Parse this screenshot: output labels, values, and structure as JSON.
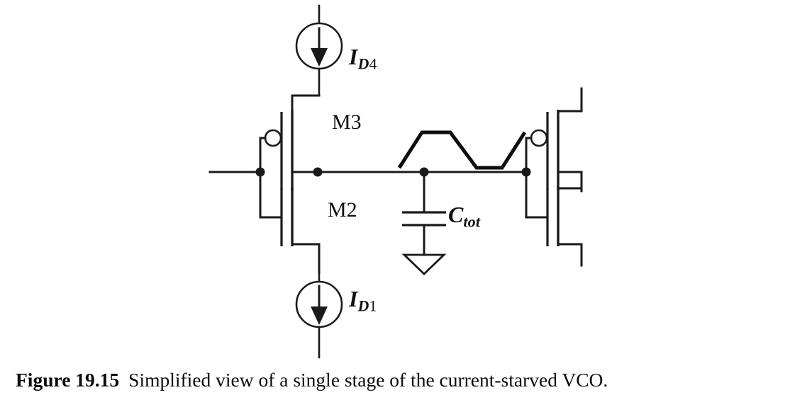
{
  "figure": {
    "domain": "circuit-schematic",
    "caption_label": "Figure 19.15",
    "caption_text": "Simplified view of a single stage of the current-starved VCO.",
    "background_color": "#ffffff",
    "ink_color": "#1a1a1a"
  },
  "labels": {
    "current_source_top": {
      "symbol": "I",
      "subscript": "D",
      "subscript_number": "4",
      "full": "ID4"
    },
    "current_source_bottom": {
      "symbol": "I",
      "subscript": "D",
      "subscript_number": "1",
      "full": "ID1"
    },
    "pmos_device": "M3",
    "nmos_device": "M2",
    "capacitor": {
      "symbol": "C",
      "subscript": "tot",
      "full": "Ctot"
    }
  },
  "components": [
    {
      "name": "current-source-id4",
      "type": "current-source",
      "label": "ID4",
      "direction": "down",
      "position": "top-rail"
    },
    {
      "name": "transistor-m3",
      "type": "pmos",
      "label": "M3",
      "has_gate_bubble": true,
      "position": "upper-left-branch"
    },
    {
      "name": "transistor-m2",
      "type": "nmos",
      "label": "M2",
      "has_gate_bubble": false,
      "position": "lower-left-branch"
    },
    {
      "name": "current-source-id1",
      "type": "current-source",
      "label": "ID1",
      "direction": "down",
      "position": "bottom-rail"
    },
    {
      "name": "capacitor-ctot",
      "type": "capacitor",
      "label": "Ctot",
      "connected_to": "output-node-and-ground"
    },
    {
      "name": "ground-symbol",
      "type": "ground",
      "label": "",
      "style": "triangle"
    },
    {
      "name": "transistor-next-stage-pmos",
      "type": "pmos",
      "label": "",
      "has_gate_bubble": true,
      "position": "right-upper"
    },
    {
      "name": "transistor-next-stage-nmos",
      "type": "nmos",
      "label": "",
      "has_gate_bubble": false,
      "position": "right-lower"
    },
    {
      "name": "waveform-annotation",
      "type": "trapezoidal-waveform",
      "label": "",
      "description": "triangular/trapezoidal oscillation waveform drawn above the output node"
    },
    {
      "name": "input-node",
      "type": "junction-dot",
      "label": ""
    },
    {
      "name": "output-node",
      "type": "junction-dot",
      "label": ""
    }
  ]
}
